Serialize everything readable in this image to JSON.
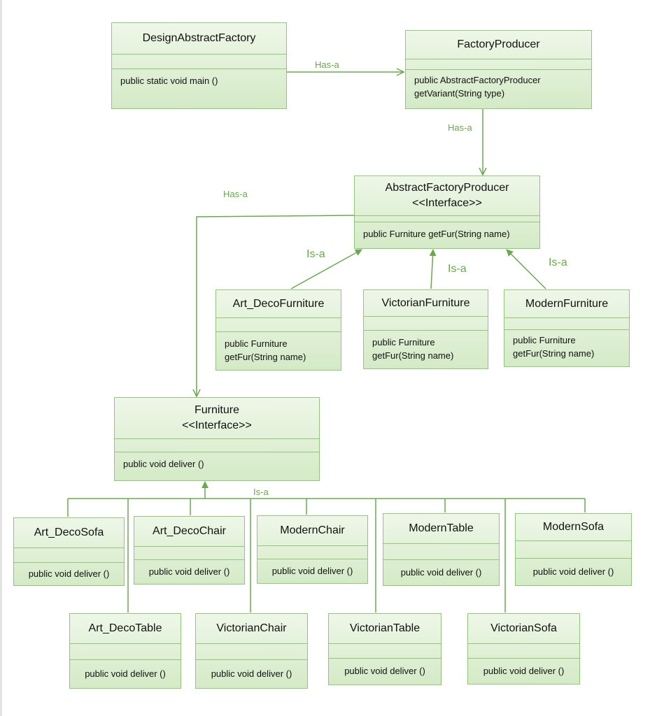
{
  "diagram": {
    "classes": {
      "design_abstract_factory": {
        "name": "DesignAbstractFactory",
        "methods": "public static void main ()"
      },
      "factory_producer": {
        "name": "FactoryProducer",
        "methods": "public AbstractFactoryProducer\ngetVariant(String type)"
      },
      "abstract_factory_producer": {
        "name": "AbstractFactoryProducer\n<<Interface>>",
        "methods": "public Furniture getFur(String name)"
      },
      "art_deco_furniture": {
        "name": "Art_DecoFurniture",
        "methods": "public Furniture\ngetFur(String name)"
      },
      "victorian_furniture": {
        "name": "VictorianFurniture",
        "methods": "public Furniture\ngetFur(String name)"
      },
      "modern_furniture": {
        "name": "ModernFurniture",
        "methods": "public Furniture\ngetFur(String name)"
      },
      "furniture": {
        "name": "Furniture\n<<Interface>>",
        "methods": "public void deliver ()"
      },
      "art_deco_sofa": {
        "name": "Art_DecoSofa",
        "methods": "public void deliver ()"
      },
      "art_deco_chair": {
        "name": "Art_DecoChair",
        "methods": "public void deliver ()"
      },
      "modern_chair": {
        "name": "ModernChair",
        "methods": "public void deliver ()"
      },
      "modern_table": {
        "name": "ModernTable",
        "methods": "public void deliver ()"
      },
      "modern_sofa": {
        "name": "ModernSofa",
        "methods": "public void deliver ()"
      },
      "art_deco_table": {
        "name": "Art_DecoTable",
        "methods": "public void deliver ()"
      },
      "victorian_chair": {
        "name": "VictorianChair",
        "methods": "public void deliver ()"
      },
      "victorian_table": {
        "name": "VictorianTable",
        "methods": "public void deliver ()"
      },
      "victorian_sofa": {
        "name": "VictorianSofa",
        "methods": "public void deliver ()"
      }
    },
    "relations": {
      "has_a_main_to_producer": "Has-a",
      "has_a_producer_to_abstract": "Has-a",
      "has_a_abstract_to_furniture": "Has-a",
      "is_a_art_deco": "Is-a",
      "is_a_victorian": "Is-a",
      "is_a_modern": "Is-a",
      "is_a_products": "Is-a"
    },
    "colors": {
      "line": "#6aa84f",
      "box_border": "#92c47a",
      "box_fill_top": "#eef7e8",
      "box_fill_bottom": "#d4eac6",
      "label": "#6aa84f"
    }
  }
}
